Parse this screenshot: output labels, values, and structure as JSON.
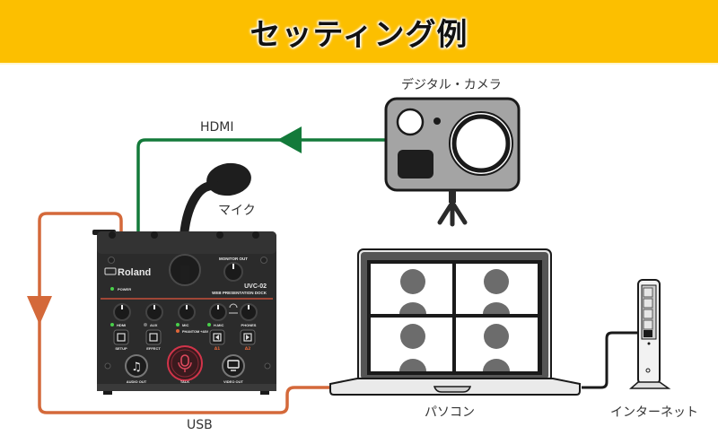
{
  "title": "セッティング例",
  "colors": {
    "banner": "#fcbf00",
    "hdmi_cable": "#137a3a",
    "usb_cable": "#d4693a",
    "network_cable": "#1a1a1a",
    "device_body": "#2b2b2b"
  },
  "labels": {
    "camera": "デジタル・カメラ",
    "hdmi": "HDMI",
    "mic": "マイク",
    "pc": "パソコン",
    "usb": "USB",
    "internet": "インターネット"
  },
  "device": {
    "brand": "Roland",
    "model": "UVC-02",
    "subtitle": "WEB PRESENTATION DOCK",
    "monitor_out": "MONITOR OUT",
    "power": "POWER",
    "knobs": [
      "HDMI",
      "AUX",
      "MIC",
      "H.MIC",
      "PHONES"
    ],
    "phantom": "PHANTOM +48V",
    "buttons": [
      "SETUP",
      "EFFECT",
      "A1",
      "A2"
    ],
    "bottom": [
      "AUDIO OUT",
      "TALK",
      "VIDEO OUT"
    ]
  },
  "icons": {
    "hdmi_arrow": "triangle-left",
    "usb_arrow": "triangle-down",
    "participant": "person-silhouette"
  }
}
